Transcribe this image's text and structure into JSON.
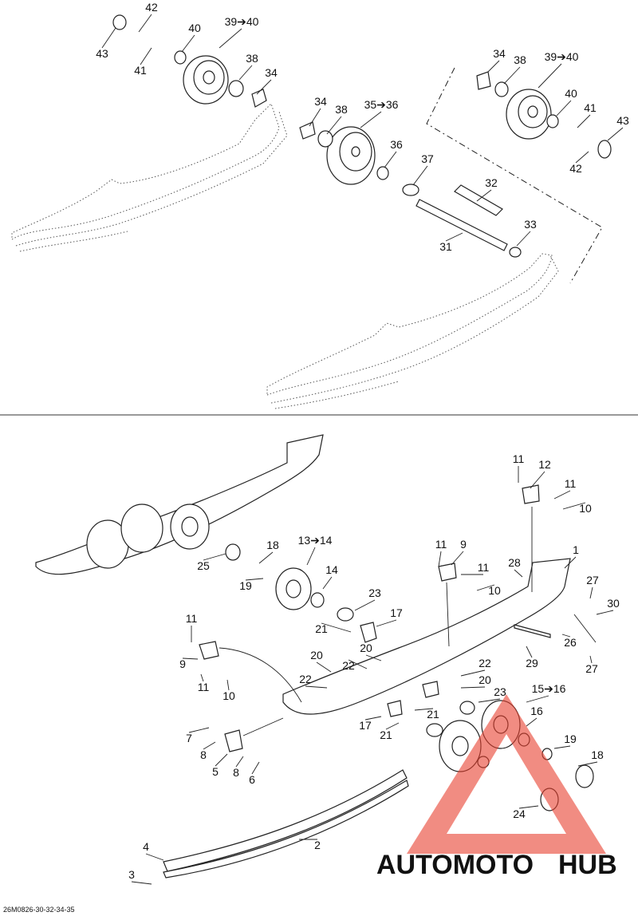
{
  "diagram": {
    "drawing_code": "26M0826-30-32-34-35",
    "colors": {
      "line": "#222222",
      "watermark_red": "#e8402f",
      "watermark_orange": "#f4a623",
      "watermark_gray": "#6d6d6d"
    },
    "labels_top": [
      "42",
      "43",
      "41",
      "40",
      "39➔40",
      "38",
      "34",
      "34",
      "38",
      "35➔36",
      "36",
      "37",
      "32",
      "31",
      "33",
      "34",
      "38",
      "39➔40",
      "40",
      "41",
      "43",
      "42"
    ],
    "labels_bottom": [
      "11",
      "12",
      "11",
      "10",
      "1",
      "13➔14",
      "18",
      "25",
      "19",
      "14",
      "23",
      "17",
      "21",
      "11",
      "9",
      "11",
      "10",
      "28",
      "27",
      "30",
      "26",
      "27",
      "29",
      "11",
      "9",
      "11",
      "10",
      "20",
      "22",
      "20",
      "22",
      "20",
      "22",
      "21",
      "23",
      "15➔16",
      "17",
      "21",
      "16",
      "19",
      "18",
      "7",
      "8",
      "5",
      "8",
      "6",
      "24",
      "4",
      "2",
      "3"
    ]
  },
  "watermark": {
    "part1": "AUTOMOTO",
    "part2": "HUB"
  }
}
